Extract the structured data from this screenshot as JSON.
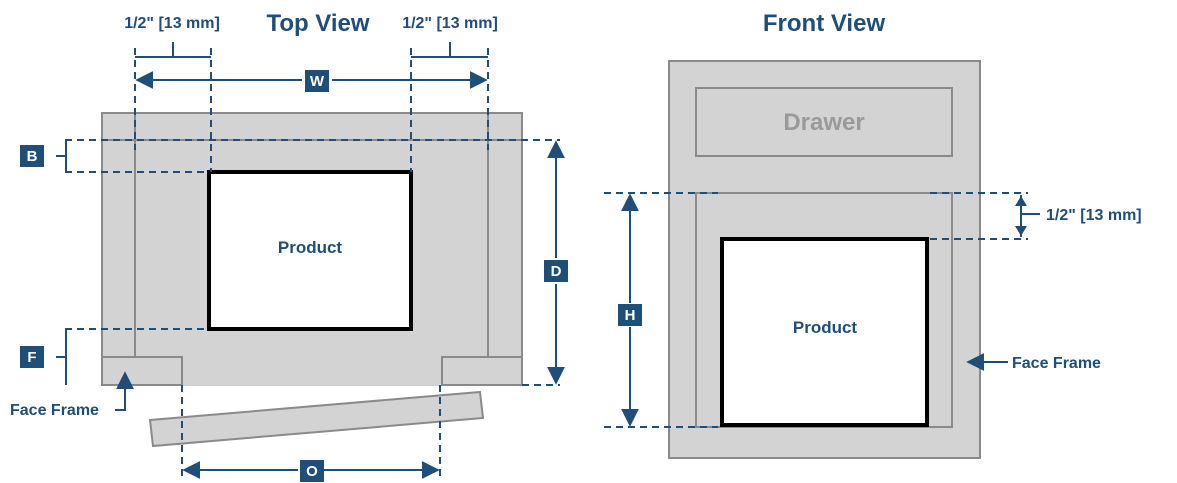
{
  "top_view": {
    "title": "Top View",
    "half_inch_left": "1/2\" [13 mm]",
    "half_inch_right": "1/2\" [13 mm]",
    "product": "Product",
    "face_frame": "Face Frame",
    "labels": {
      "w": "W",
      "b": "B",
      "d": "D",
      "f": "F",
      "o": "O"
    }
  },
  "front_view": {
    "title": "Front View",
    "drawer": "Drawer",
    "product": "Product",
    "half_inch": "1/2\" [13 mm]",
    "face_frame": "Face Frame",
    "labels": {
      "h": "H"
    }
  },
  "colors": {
    "accent": "#1f4e79",
    "cabinet_fill": "#d3d3d4",
    "cabinet_stroke": "#8a8a8a",
    "drawer_text": "#9a9a9a"
  }
}
